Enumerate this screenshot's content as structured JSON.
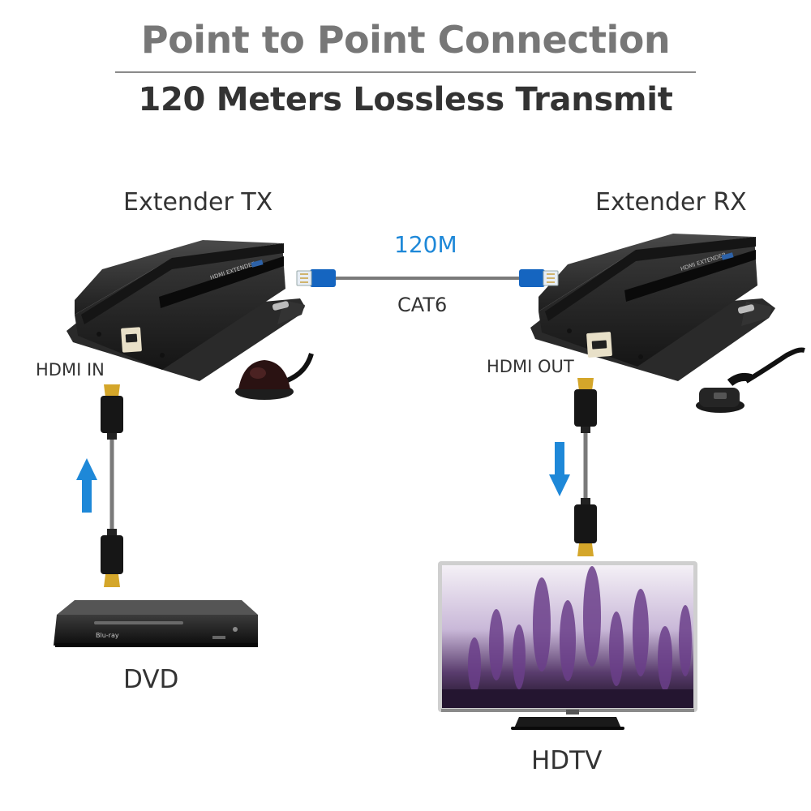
{
  "header": {
    "title": "Point to Point Connection",
    "subtitle": "120 Meters Lossless Transmit"
  },
  "devices": {
    "tx_label": "Extender TX",
    "rx_label": "Extender RX",
    "dvd_label": "DVD",
    "hdtv_label": "HDTV"
  },
  "link": {
    "distance": "120M",
    "cable": "CAT6"
  },
  "ports": {
    "hdmi_in": "HDMI IN",
    "hdmi_out": "HDMI OUT"
  },
  "colors": {
    "arrow_blue": "#1e88d8",
    "rj45_blue": "#1565c0",
    "device_body": "#2b2b2b",
    "hdmi_gold": "#d4a62a"
  }
}
